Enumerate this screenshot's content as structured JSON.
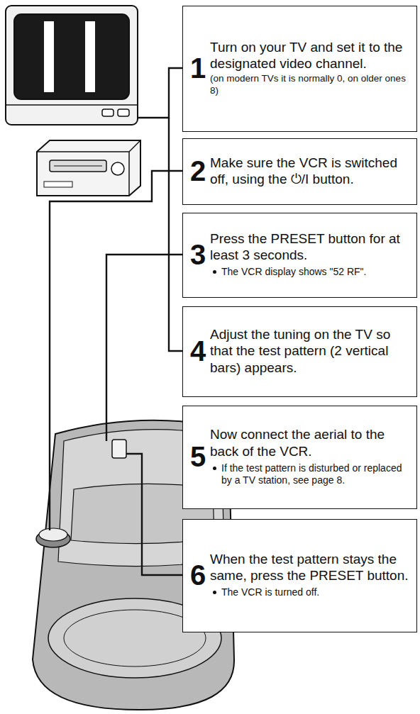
{
  "diagram": {
    "nodes": [
      {
        "text": [
          "1",
          "Turn on your TV and set it to the designated video channel.",
          "(on modern TVs it is normally 0, on older ones 8)"
        ]
      },
      {
        "text": [
          "2",
          "Make sure the VCR is switched off, using the ⏻/I button."
        ]
      },
      {
        "text": [
          "3",
          "Press the PRESET button for at least 3 seconds.",
          "The VCR display shows \"52 RF\"."
        ]
      },
      {
        "text": [
          "4",
          "Adjust the tuning on the TV so that the test pattern (2 vertical bars) appears."
        ]
      },
      {
        "text": [
          "5",
          "Now connect the aerial to the back of the VCR.",
          "If the test pattern is disturbed or replaced by a TV station, see page 8."
        ]
      },
      {
        "text": [
          "6",
          "When the test pattern stays the same, press the PRESET button.",
          "The VCR is turned off."
        ]
      }
    ]
  }
}
